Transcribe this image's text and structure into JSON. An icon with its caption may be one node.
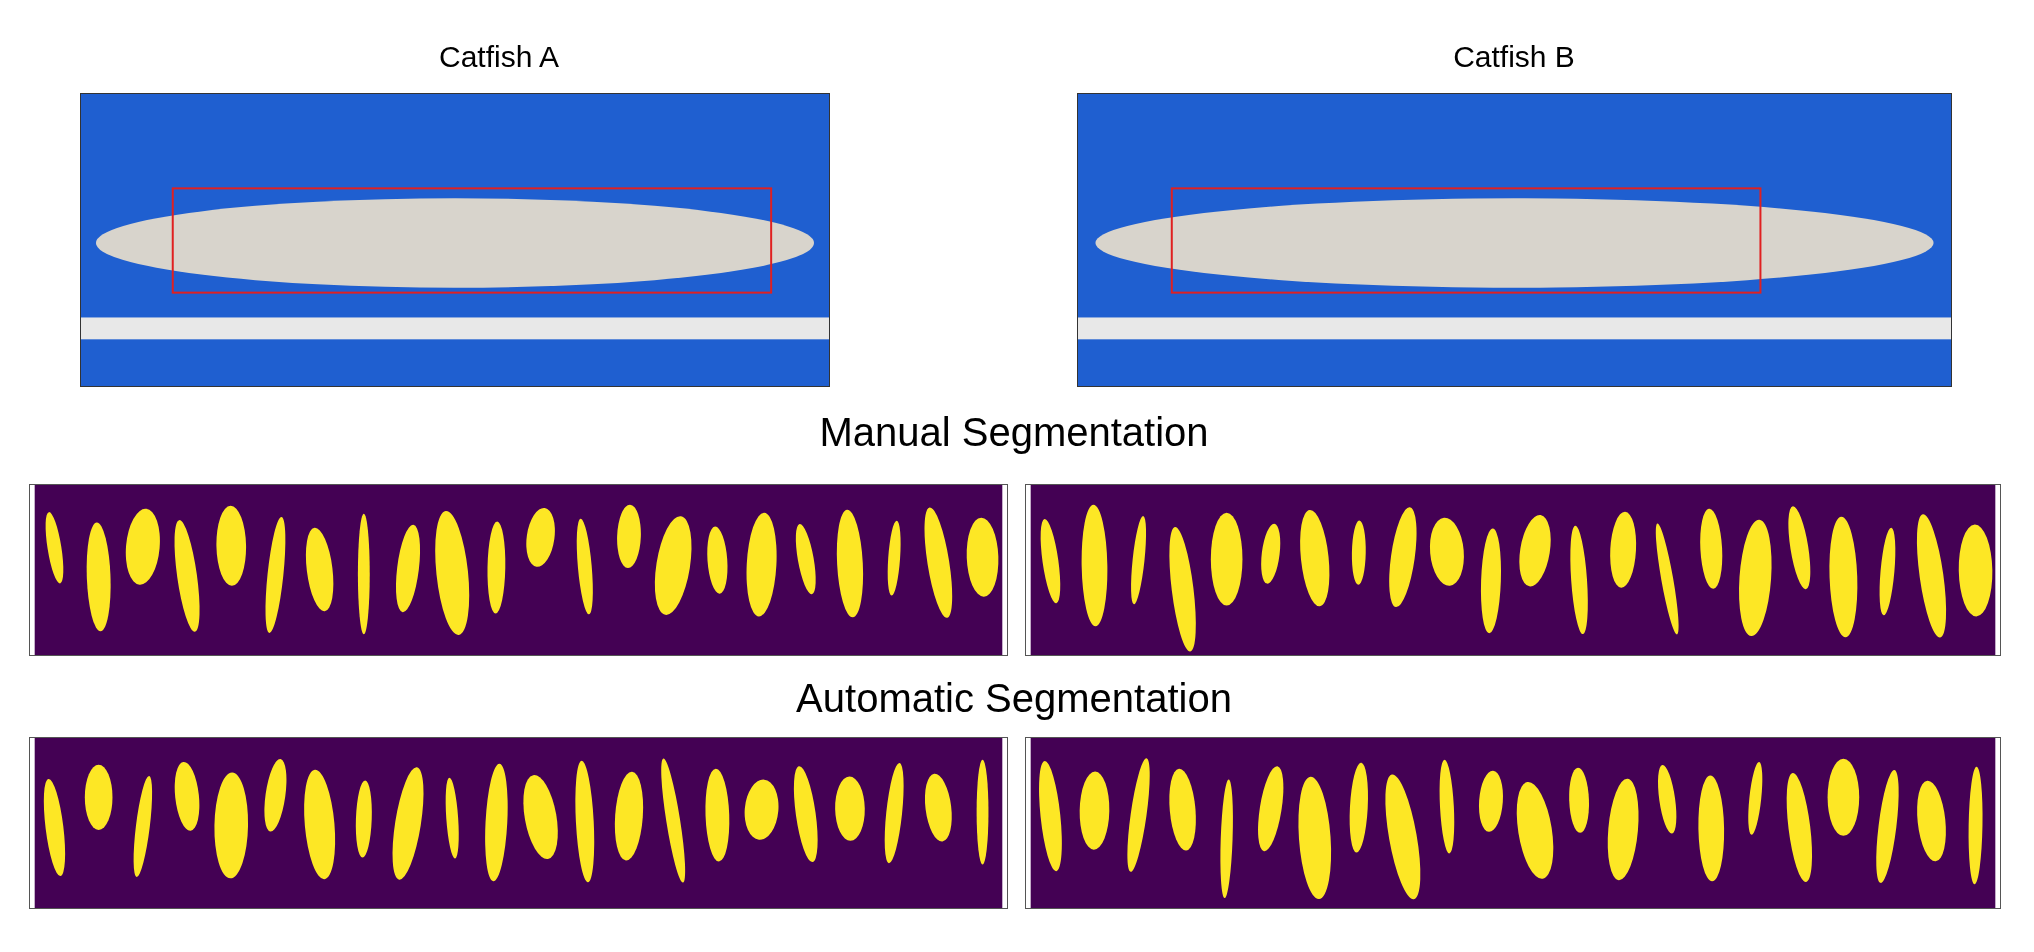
{
  "diagram": {
    "labels": [
      "Catfish A",
      "Catfish B",
      "Manual Segmentation",
      "Automatic Segmentation"
    ]
  }
}
